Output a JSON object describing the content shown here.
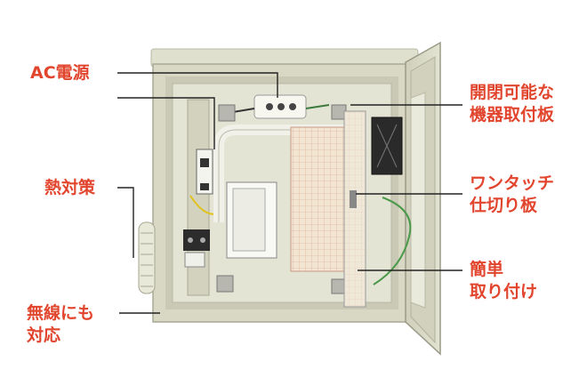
{
  "labels": {
    "power": [
      "AC電源"
    ],
    "heat": [
      "熱対策"
    ],
    "wireless": [
      "無線にも",
      "対応"
    ],
    "openable": [
      "開閉可能な",
      "機器取付板"
    ],
    "partition": [
      "ワンタッチ",
      "仕切り板"
    ],
    "easy": [
      "簡単",
      "取り付け"
    ]
  },
  "colors": {
    "label_text": "#e2452d",
    "enclosure": "#dcdcc9",
    "enclosure_edge": "#bcbca8",
    "inner_panel": "#e4e4d4",
    "grid_board": "#f2e5d2",
    "grid_line": "#d9a58c",
    "leader_line": "#222222"
  },
  "icons": [
    "breaker-icon",
    "terminal-block-icon",
    "power-outlet-icon",
    "cooling-fan-icon",
    "vent-icon",
    "din-rail-icon"
  ]
}
